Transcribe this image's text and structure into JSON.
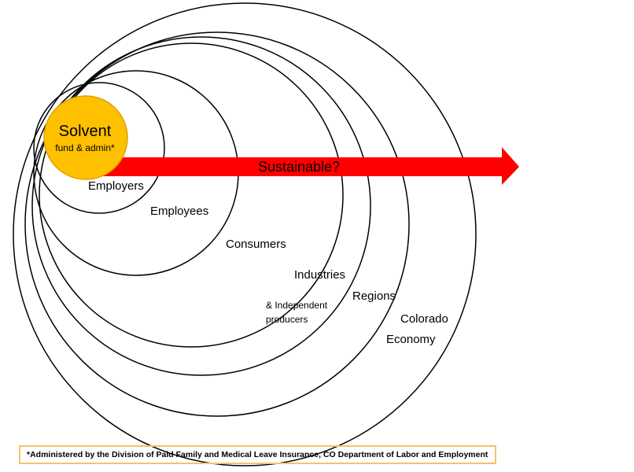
{
  "diagram": {
    "core": {
      "title": "Solvent",
      "subtitle": "fund & admin*",
      "fill": "#FFC000",
      "stroke": "#D9A300"
    },
    "arrow": {
      "label": "Sustainable?",
      "color": "#FF0000"
    },
    "rings": [
      {
        "label": "Employers"
      },
      {
        "label": "Employees"
      },
      {
        "label": "Consumers"
      },
      {
        "label": "Industries"
      },
      {
        "label": "Regions"
      },
      {
        "label": "Colorado"
      }
    ],
    "extra_labels": {
      "independent_line1": "& Independent",
      "independent_line2": "producers",
      "economy": "Economy"
    },
    "footnote": "*Administered by the Division of Paid Family and Medical Leave Insurance, CO Department of Labor and Employment",
    "footnote_border_color": "#F5C26B"
  }
}
